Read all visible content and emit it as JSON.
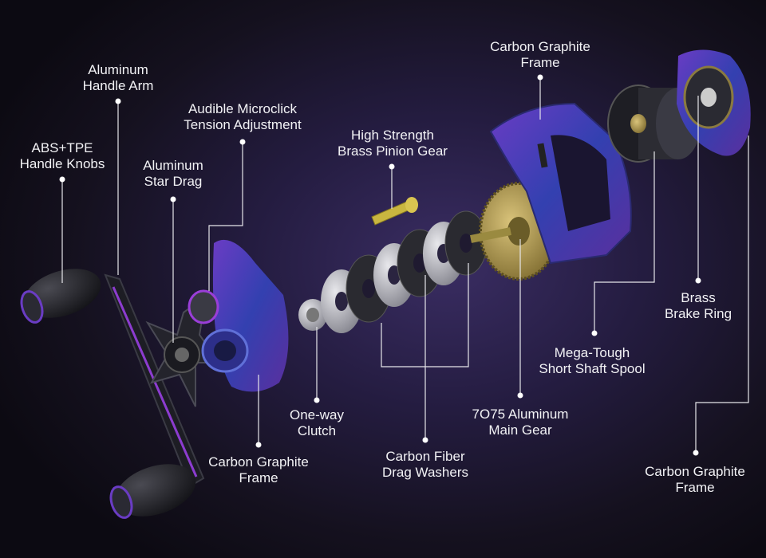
{
  "labels": {
    "handle_knobs": [
      "ABS+TPE",
      "Handle Knobs"
    ],
    "handle_arm": [
      "Aluminum",
      "Handle Arm"
    ],
    "microclick": [
      "Audible Microclick",
      "Tension Adjustment"
    ],
    "star_drag": [
      "Aluminum",
      "Star Drag"
    ],
    "pinion_gear": [
      "High Strength",
      "Brass Pinion Gear"
    ],
    "frame_top": [
      "Carbon Graphite",
      "Frame"
    ],
    "brake_ring": [
      "Brass",
      "Brake Ring"
    ],
    "spool": [
      "Mega-Tough",
      "Short Shaft Spool"
    ],
    "main_gear": [
      "7O75 Aluminum",
      "Main Gear"
    ],
    "clutch": [
      "One-way",
      "Clutch"
    ],
    "drag_washers": [
      "Carbon Fiber",
      "Drag Washers"
    ],
    "frame_left": [
      "Carbon Graphite",
      "Frame"
    ],
    "frame_right": [
      "Carbon Graphite",
      "Frame"
    ]
  },
  "colors": {
    "background": "#1c1630",
    "text": "#f2f2f5",
    "leader_line": "#e6e6ea",
    "reel_blue": "#3b3fb8",
    "reel_purple": "#7a3ec2",
    "brass": "#b9a35a"
  }
}
